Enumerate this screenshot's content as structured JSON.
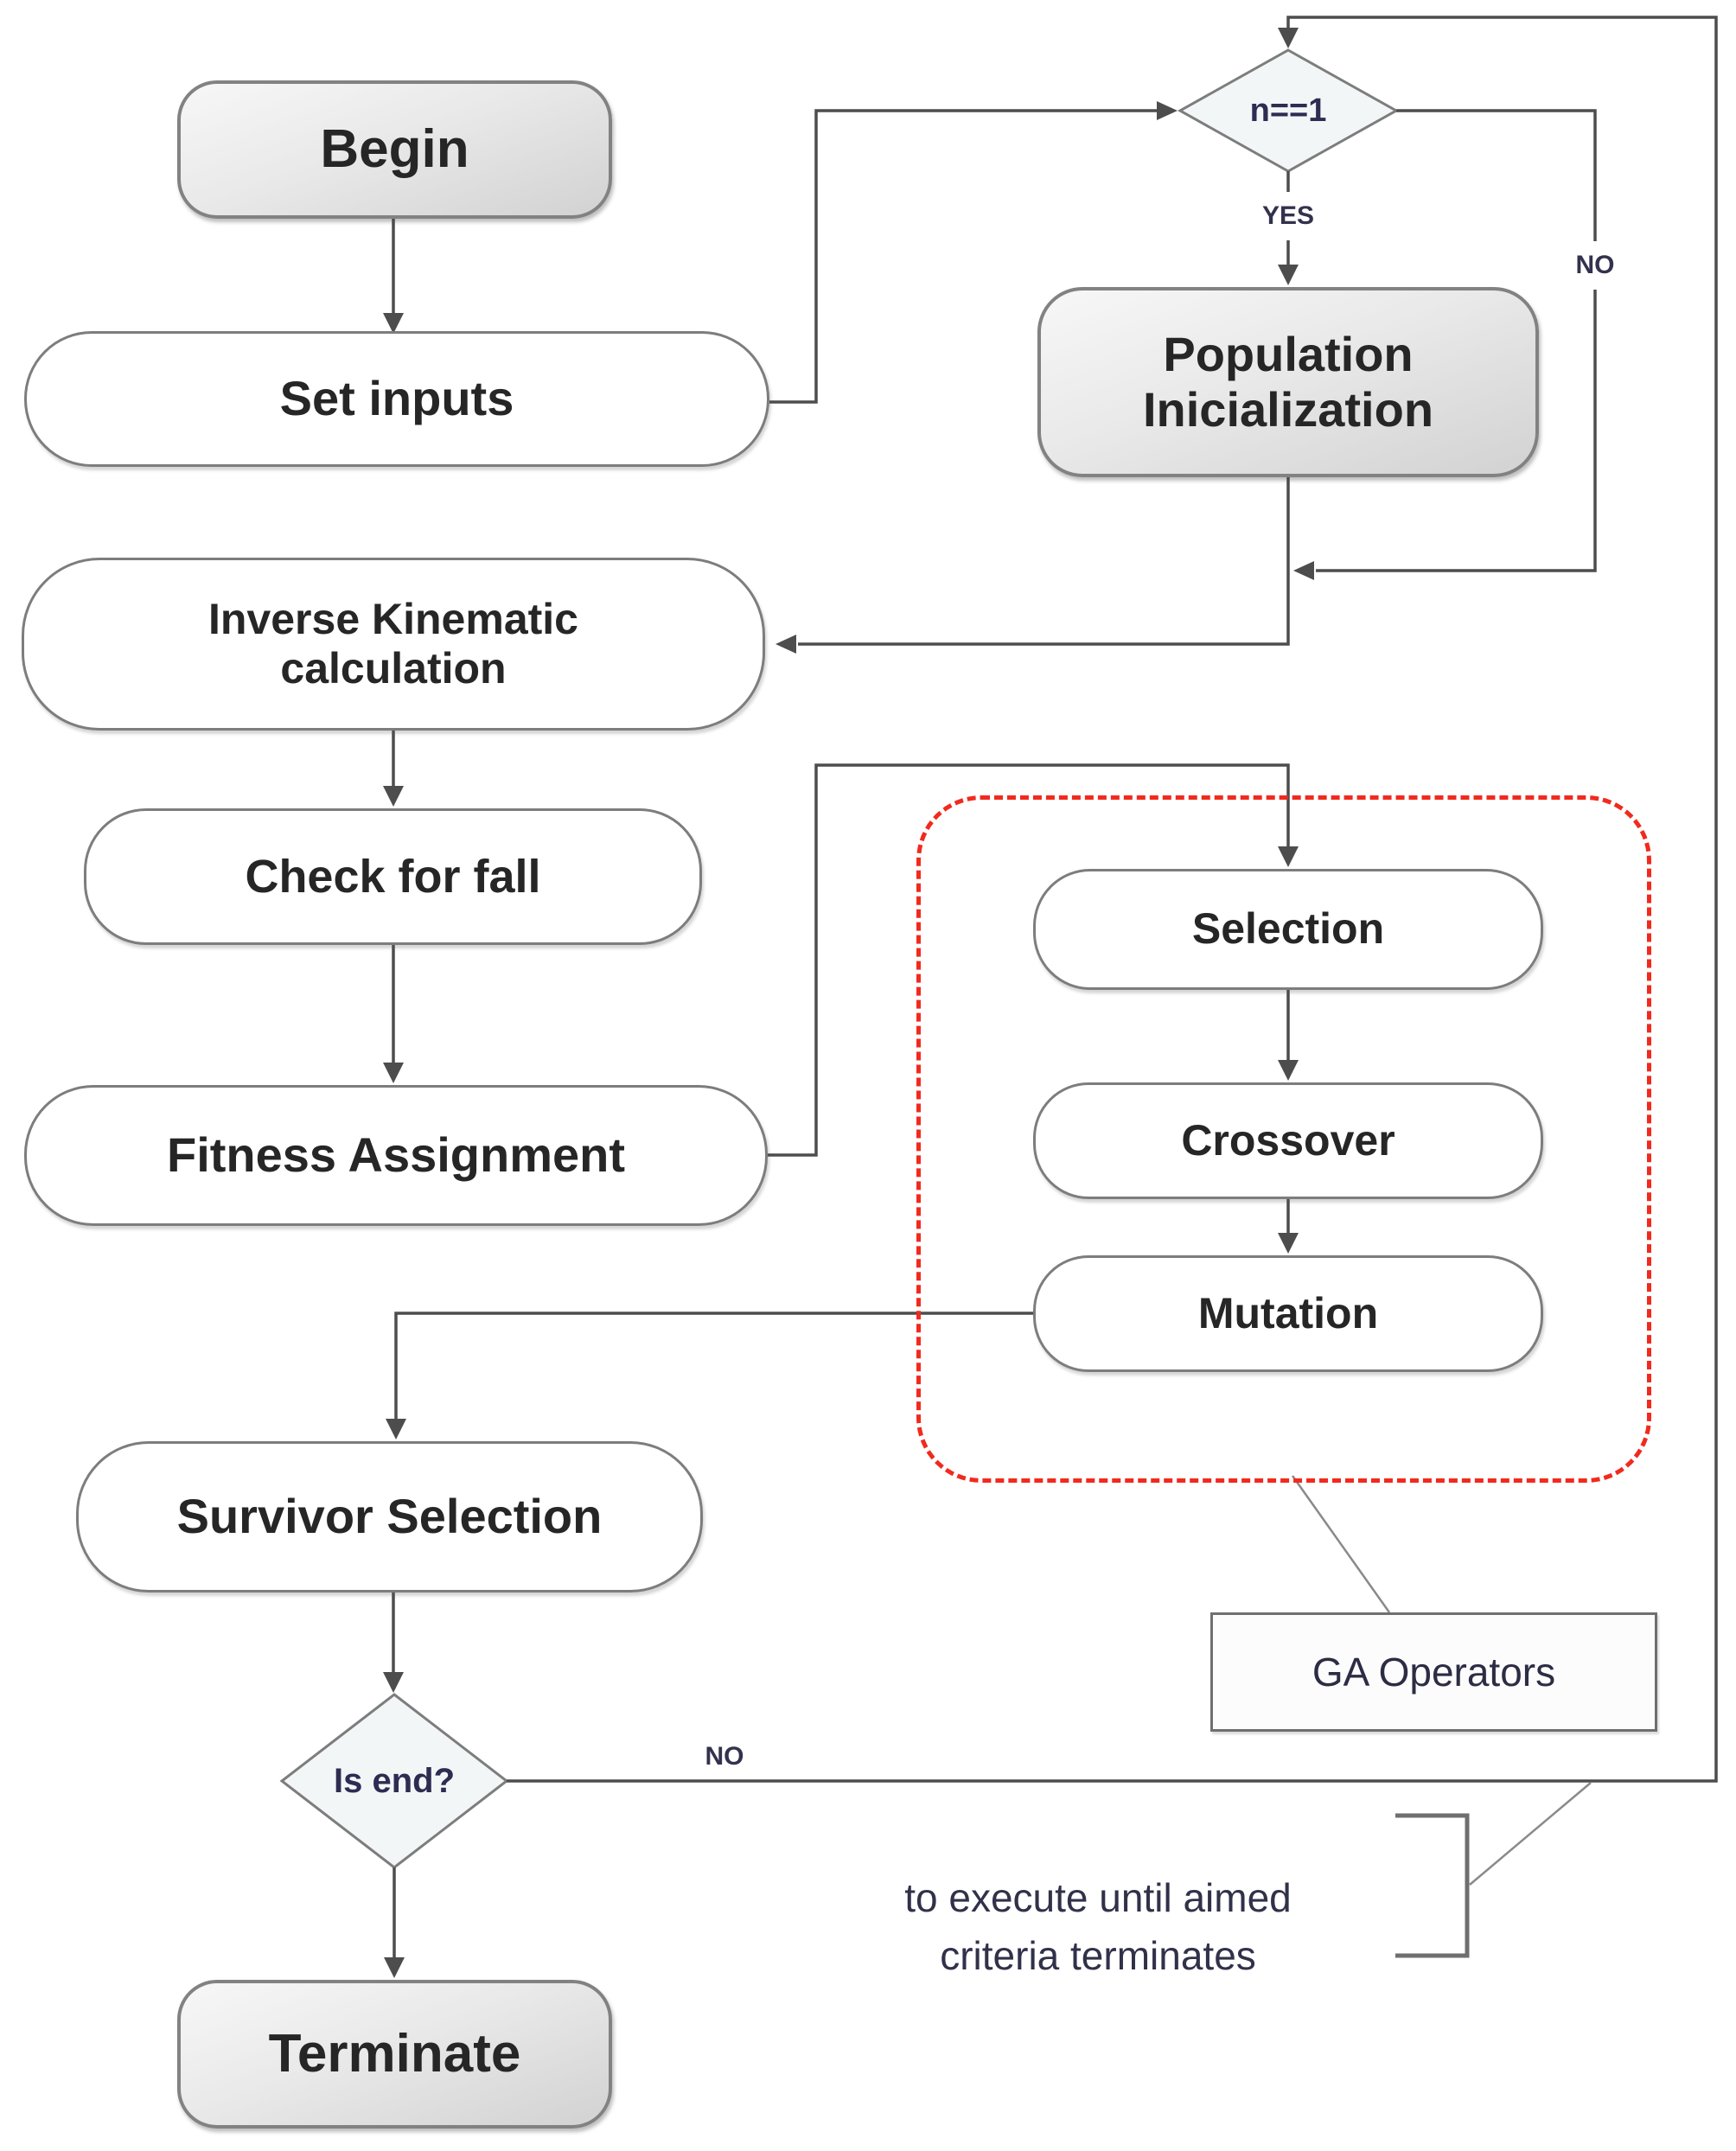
{
  "colors": {
    "line": "#4d4d4d",
    "box_border": "#7d7d7d",
    "group_border_red": "#f12a1e",
    "node_text": "#262626",
    "label_text": "#32324e"
  },
  "nodes": {
    "begin": {
      "label": "Begin"
    },
    "set_inputs": {
      "label": "Set inputs"
    },
    "n_check": {
      "label": "n==1"
    },
    "population_init": {
      "line1": "Population",
      "line2": "Inicialization"
    },
    "inverse_kinematic": {
      "line1": "Inverse Kinematic",
      "line2": "calculation"
    },
    "check_for_fall": {
      "label": "Check for fall"
    },
    "fitness_assignment": {
      "label": "Fitness Assignment"
    },
    "selection": {
      "label": "Selection"
    },
    "crossover": {
      "label": "Crossover"
    },
    "mutation": {
      "label": "Mutation"
    },
    "survivor_selection": {
      "label": "Survivor Selection"
    },
    "is_end": {
      "label": "Is end?"
    },
    "terminate": {
      "label": "Terminate"
    },
    "ga_operators": {
      "label": "GA Operators"
    }
  },
  "edge_labels": {
    "yes": "YES",
    "no_from_n_check": "NO",
    "no_from_is_end": "NO"
  },
  "annotation": {
    "line1": "to execute until aimed",
    "line2": "criteria terminates"
  }
}
